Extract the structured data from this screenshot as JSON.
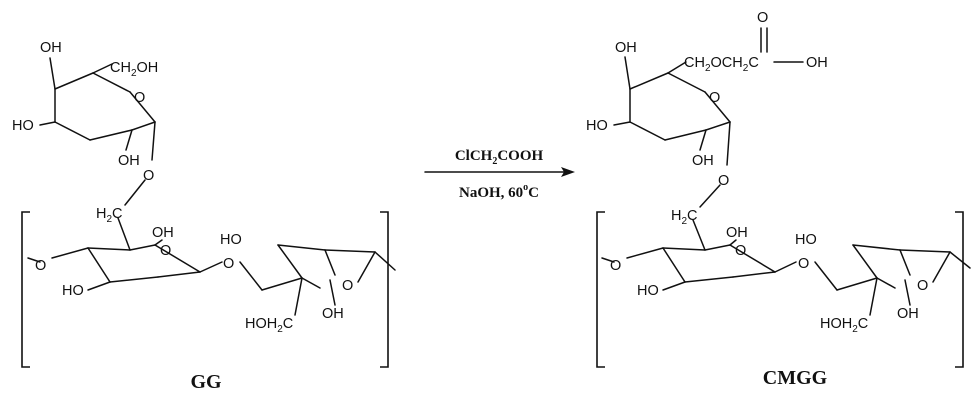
{
  "reaction": {
    "reactant_name": "GG",
    "product_name": "CMGG",
    "reagent_prefix": "ClCH",
    "reagent_sub": "2",
    "reagent_suffix": "COOH",
    "condition_prefix": "NaOH,  60",
    "condition_sup": "o",
    "condition_suffix": "C"
  },
  "reactant_labels": {
    "oh_top": "OH",
    "ch2oh_pre": "CH",
    "ch2oh_sub": "2",
    "ch2oh_post": "OH",
    "ring_o_top": "O",
    "ho_left": "HO",
    "oh_mid": "OH",
    "link_o": "O",
    "h2c_pre": "H",
    "h2c_sub": "2",
    "h2c_post": "C",
    "oh_b1": "OH",
    "ring_o_b1": "O",
    "o_left": "O",
    "ho_b1": "HO",
    "o_glyc": "O",
    "ho_b2": "HO",
    "ring_o_b2": "O",
    "hoh2c_pre": "HOH",
    "hoh2c_sub": "2",
    "hoh2c_post": "C",
    "oh_b2": "OH"
  },
  "product_labels": {
    "oh_top": "OH",
    "ch2o_pre": "CH",
    "ch2o_sub": "2",
    "ch2o_mid": "OCH",
    "ch2o_sub2": "2",
    "ch2o_post": "C",
    "carbonyl_o": "O",
    "acid_oh": "OH",
    "ring_o_top": "O",
    "ho_left": "HO",
    "oh_mid": "OH",
    "link_o": "O",
    "h2c_pre": "H",
    "h2c_sub": "2",
    "h2c_post": "C",
    "oh_b1": "OH",
    "ring_o_b1": "O",
    "o_left": "O",
    "ho_b1": "HO",
    "o_glyc": "O",
    "ho_b2": "HO",
    "ring_o_b2": "O",
    "hoh2c_pre": "HOH",
    "hoh2c_sub": "2",
    "hoh2c_post": "C",
    "oh_b2": "OH"
  }
}
